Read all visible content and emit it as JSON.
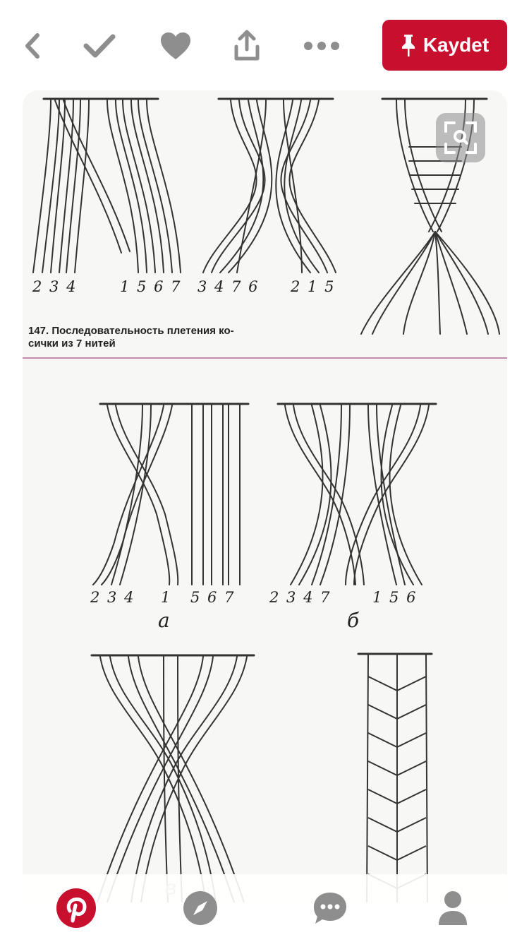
{
  "toolbar": {
    "back_icon": "chevron-left-icon",
    "done_icon": "checkmark-icon",
    "like_icon": "heart-icon",
    "share_icon": "share-icon",
    "more_icon": "more-dots-icon",
    "save_label": "Kaydet",
    "save_icon": "pushpin-icon",
    "accent_color": "#c8102e"
  },
  "pin": {
    "caption_line1": "147. Последовательность плетения ко-",
    "caption_line2": "сички из 7 нитей",
    "fig1_left_numbers": "2 3 4",
    "fig1_right_numbers": "1 5 6 7",
    "fig2_left_numbers": "3 4 7 6",
    "fig2_right_numbers": "2 1 5",
    "fig_a_left_numbers": "2 3 4",
    "fig_a_mid_number": "1",
    "fig_a_right_numbers": "5 6 7",
    "fig_a_label": "а",
    "fig_b_left_numbers": "2 3 4 7",
    "fig_b_right_numbers": "1 5 6",
    "fig_b_label": "б",
    "fig_c_label": "в",
    "visual_search_icon": "visual-search-icon"
  },
  "nav": {
    "home_icon": "pinterest-logo-icon",
    "explore_icon": "compass-icon",
    "messages_icon": "chat-bubble-icon",
    "profile_icon": "profile-icon",
    "active_color": "#c8102e",
    "inactive_color": "#8e8e8e"
  }
}
